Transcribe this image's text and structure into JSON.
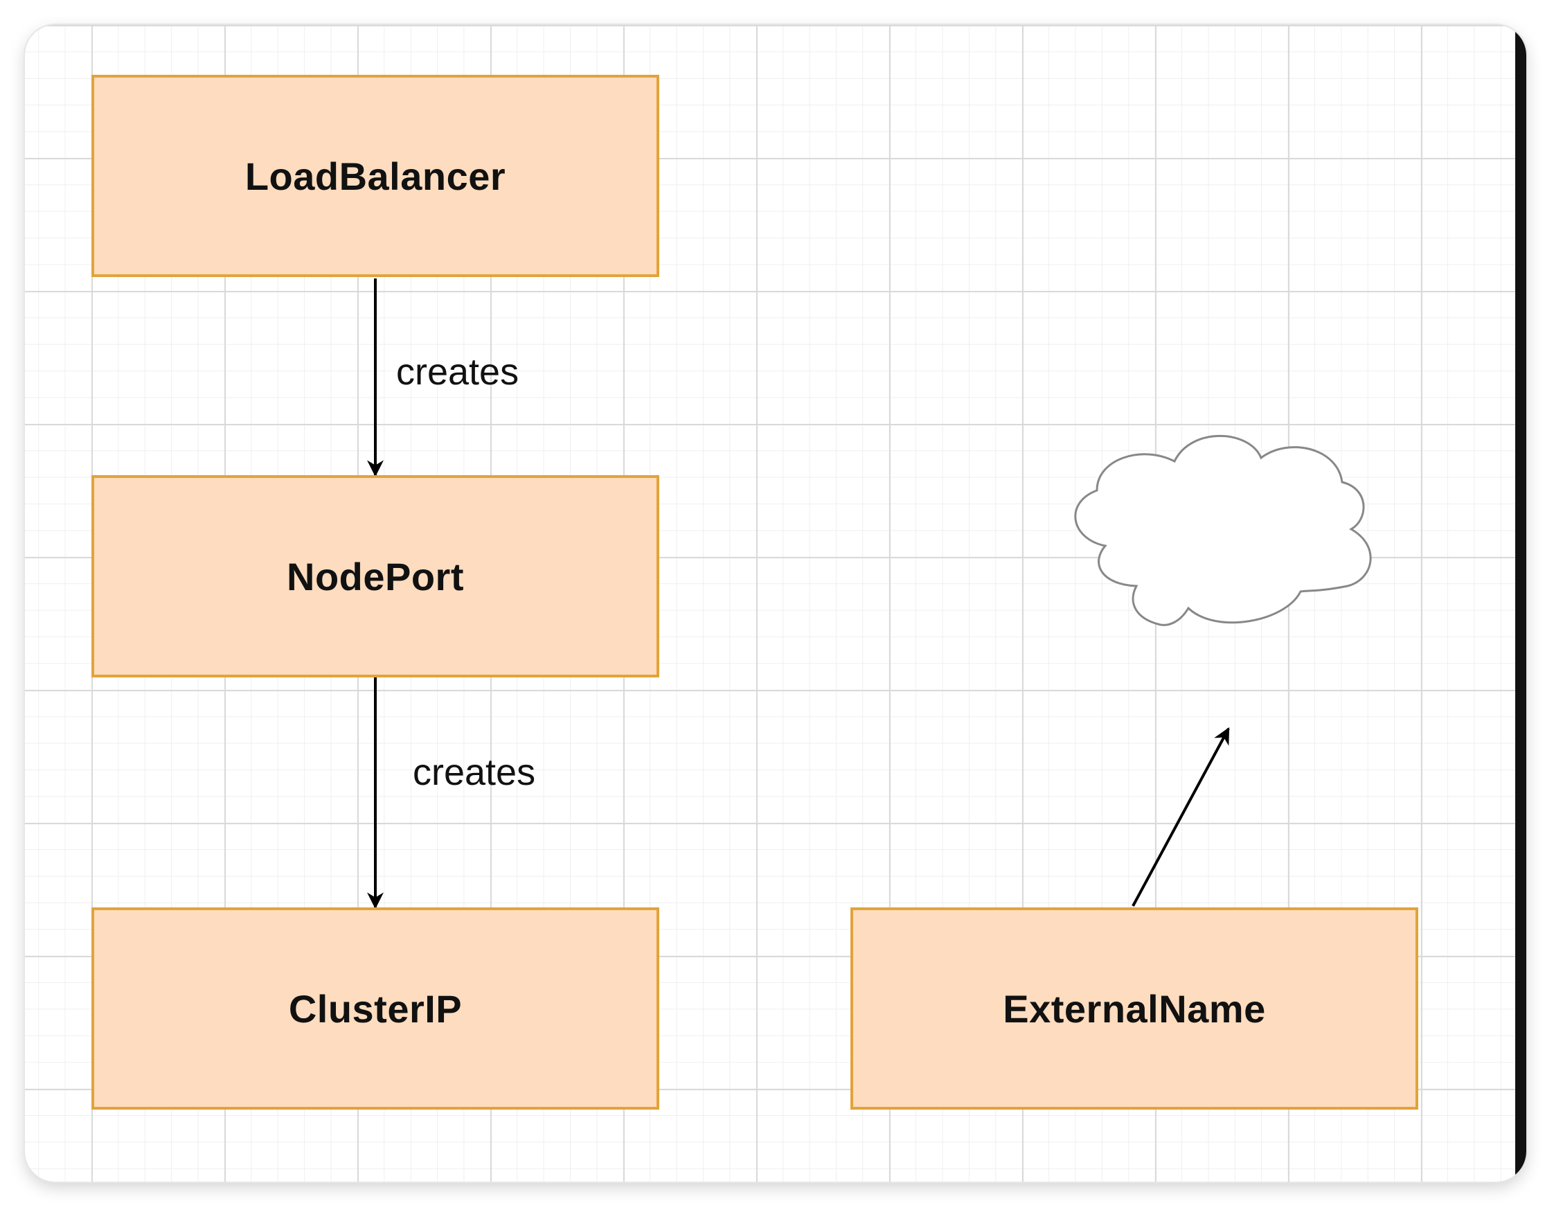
{
  "diagram": {
    "nodes": {
      "loadbalancer": "LoadBalancer",
      "nodeport": "NodePort",
      "clusterip": "ClusterIP",
      "externalname": "ExternalName"
    },
    "edges": {
      "lb_to_nodeport": "creates",
      "nodeport_to_clusterip": "creates"
    }
  },
  "colors": {
    "node_fill": "#fddcbf",
    "node_border": "#e2a33a",
    "cloud_stroke": "#888888",
    "arrow": "#000000"
  }
}
